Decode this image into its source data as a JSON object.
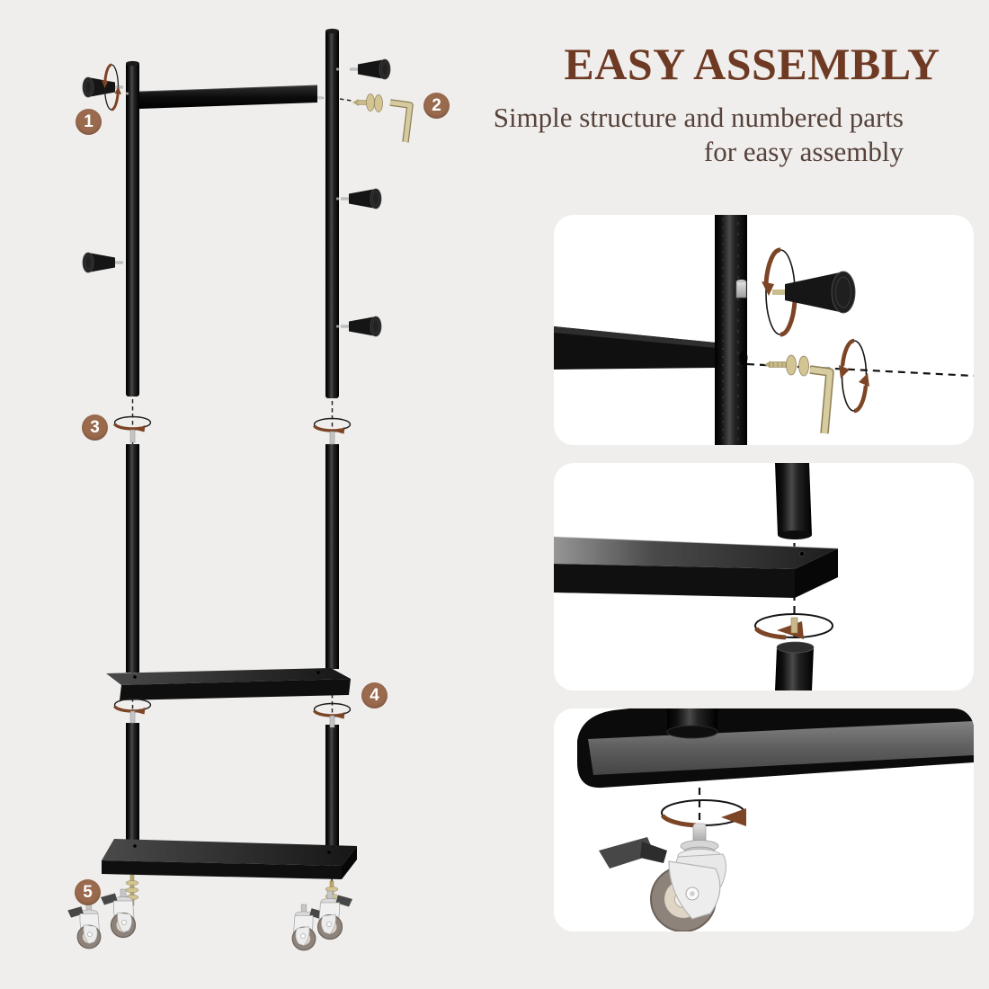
{
  "colors": {
    "bg": "#efeeec",
    "panel": "#ffffff",
    "badge": "#9a6a4e",
    "title": "#6e3a23",
    "subtitle": "#57423a",
    "arrow": "#7c4526"
  },
  "header": {
    "title": "EASY ASSEMBLY",
    "subtitle_line1": "Simple structure and numbered parts",
    "subtitle_line2": "for easy assembly"
  },
  "diagram": {
    "steps": [
      {
        "num": "1",
        "part": "hook-peg"
      },
      {
        "num": "2",
        "part": "screws-and-hex-key"
      },
      {
        "num": "3",
        "part": "pole-connector"
      },
      {
        "num": "4",
        "part": "middle-shelf"
      },
      {
        "num": "5",
        "part": "caster-wheels"
      }
    ]
  },
  "panels": [
    {
      "name": "hook-installation-detail"
    },
    {
      "name": "shelf-installation-detail"
    },
    {
      "name": "caster-installation-detail"
    }
  ]
}
